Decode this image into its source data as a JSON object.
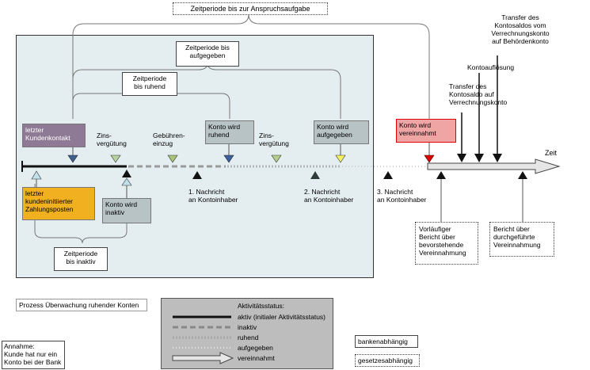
{
  "top_box": "Zeitperiode bis zur Anspruchsaufgabe",
  "period_abandoned": [
    "Zeitperiode bis",
    "aufgegeben"
  ],
  "period_dormant": [
    "Zeitperiode",
    "bis ruhend"
  ],
  "period_inactive": [
    "Zeitperiode",
    "bis inaktiv"
  ],
  "last_customer_contact": [
    "letzter",
    "Kundenkontakt"
  ],
  "last_customer_posting": [
    "letzter",
    "kundeninitiierter",
    "Zahlungsposten"
  ],
  "account_inactive": [
    "Konto wird",
    "inaktiv"
  ],
  "account_dormant": [
    "Konto wird",
    "ruhend"
  ],
  "account_abandoned": [
    "Konto wird",
    "aufgegeben"
  ],
  "account_escheated": [
    "Konto wird",
    "vereinnahmt"
  ],
  "interest_1": [
    "Zins-",
    "vergütung"
  ],
  "fee_collection": [
    "Gebühren-",
    "einzug"
  ],
  "interest_2": [
    "Zins-",
    "vergütung"
  ],
  "notice_1": [
    "1. Nachricht",
    "an Kontoinhaber"
  ],
  "notice_2": [
    "2. Nachricht",
    "an Kontoinhaber"
  ],
  "notice_3": [
    "3. Nachricht",
    "an Kontoinhaber"
  ],
  "time_label": "Zeit",
  "transfer_authority": [
    "Transfer des",
    "Kontosaldos vom",
    "Verrechnungskonto",
    "auf Behördenkonto"
  ],
  "account_closure": "Kontoauflösung",
  "transfer_clearing": [
    "Transfer des",
    "Kontosaldo auf",
    "Verrechnungskonto"
  ],
  "preliminary_report": [
    "Vorläufiger",
    "Bericht über",
    "bevorstehende",
    "Vereinnahmung"
  ],
  "final_report": [
    "Bericht über",
    "durchgeführte",
    "Vereinnahmung"
  ],
  "process_label": "Prozess Überwachung ruhender Konten",
  "assumption": [
    "Annahme:",
    "Kunde hat nur ein",
    "Konto bei der Bank"
  ],
  "legend": {
    "title": "Aktivitätsstatus:",
    "active": "aktiv (initialer Aktivitätsstatus)",
    "inactive": "inaktiv",
    "dormant": "ruhend",
    "abandoned": "aufgegeben",
    "escheated": "vereinnahmt"
  },
  "bank_dependent": "bankenabhängig",
  "law_dependent": "gesetzesabhängig",
  "colors": {
    "panel": "#e4edef",
    "purple": "#8f7a95",
    "orange": "#f0b020",
    "gray": "#b8c3c6",
    "red": "#f0a5a5",
    "legend_bg": "#bdbdbd"
  }
}
